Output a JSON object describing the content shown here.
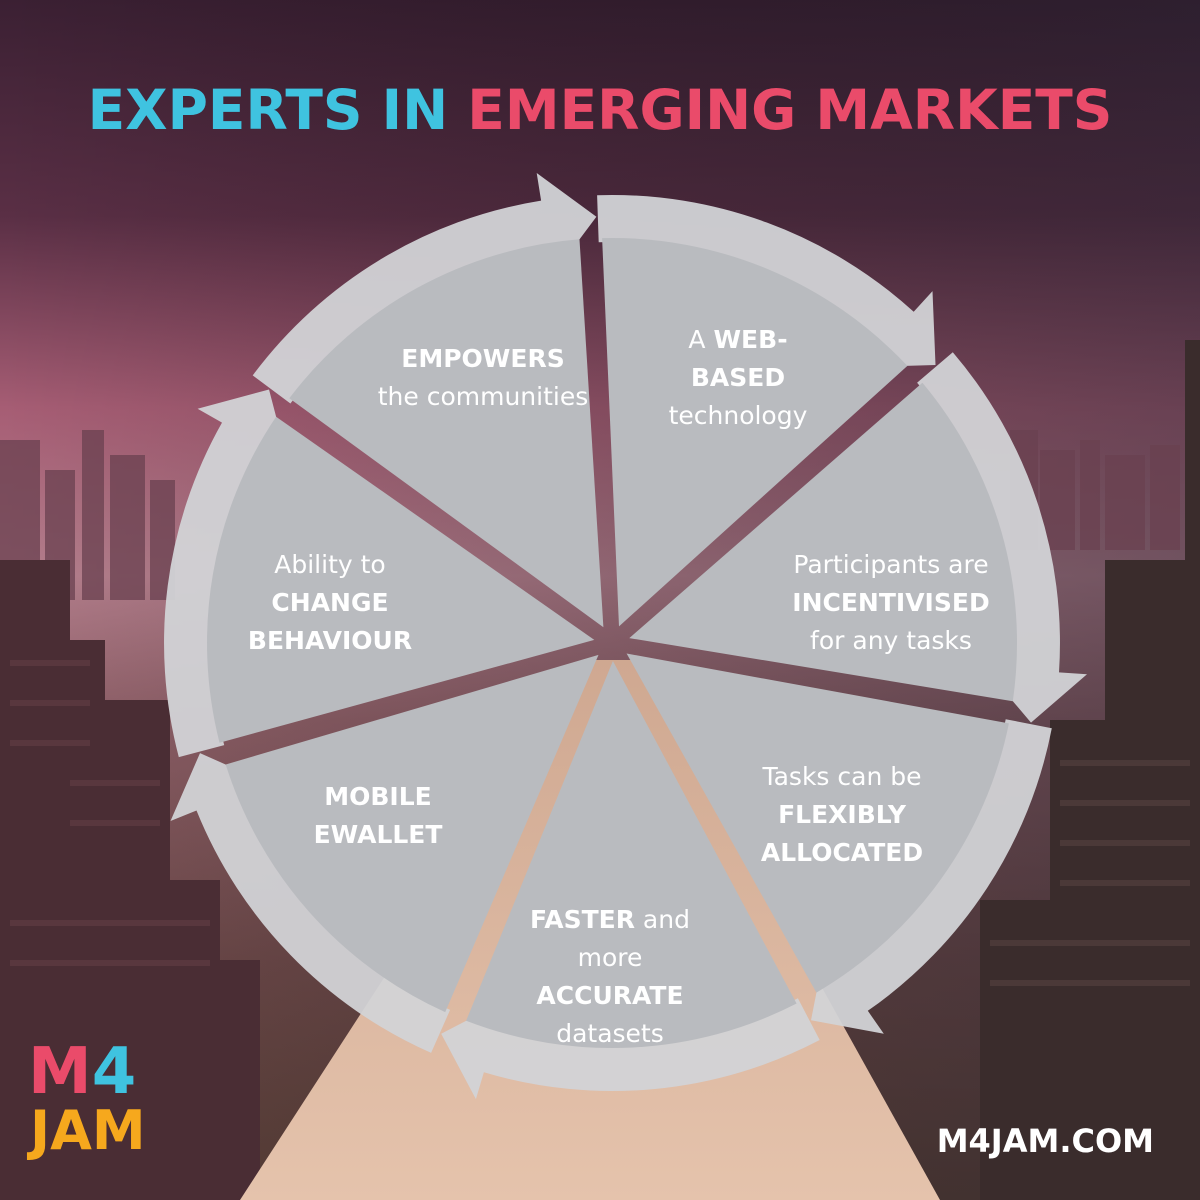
{
  "title": {
    "part1": "EXPERTS IN",
    "part2": "EMERGING MARKETS"
  },
  "colors": {
    "title_part1": "#3fc3e0",
    "title_part2": "#ea4b6a",
    "segment_fill": "#b9bbbf",
    "arrow_fill": "#d2d3d6",
    "logo_m": "#ea4b6a",
    "logo_4": "#3fc3e0",
    "logo_jam": "#f6a81d"
  },
  "segments": [
    {
      "bold": "EMPOWERS",
      "rest": "the communities"
    },
    {
      "pre": "A",
      "bold": "WEB-BASED",
      "rest": "technology"
    },
    {
      "pre": "Participants are",
      "bold": "INCENTIVISED",
      "rest": "for any tasks"
    },
    {
      "pre": "Tasks can be",
      "bold": "FLEXIBLY ALLOCATED"
    },
    {
      "bold": "FASTER",
      "rest": "and more",
      "bold2": "ACCURATE",
      "rest2": "datasets"
    },
    {
      "bold": "MOBILE EWALLET"
    },
    {
      "pre": "Ability to",
      "bold": "CHANGE BEHAVIOUR"
    }
  ],
  "logo": {
    "line1_m": "M",
    "line1_4": "4",
    "line2": "JAM"
  },
  "website": "M4JAM.COM",
  "icons": {
    "cycle_arrows": "clockwise-arrow-icon"
  }
}
